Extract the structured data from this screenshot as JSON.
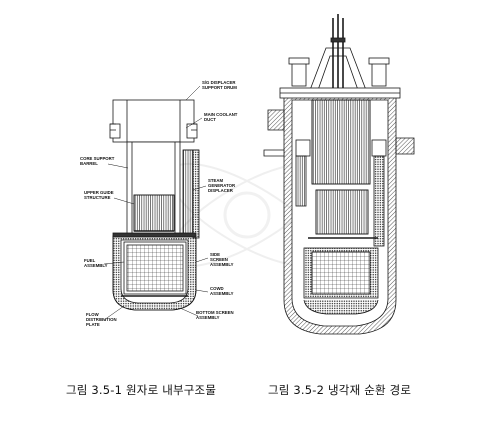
{
  "figure_left": {
    "caption": "그림 3.5-1   원자로 내부구조물",
    "labels": {
      "sg_displacer": [
        "S/G DISPLACER",
        "SUPPORT DRUM"
      ],
      "main_coolant": [
        "MAIN COOLANT",
        "DUCT"
      ],
      "core_support": [
        "CORE SUPPORT",
        "BARREL"
      ],
      "upper_guide": [
        "UPPER GUIDE",
        "STRUCTURE"
      ],
      "steam_gen": [
        "STEAM",
        "GENERATOR",
        "DISPLACER"
      ],
      "fuel_assembly": [
        "FUEL",
        "ASSEMBLY"
      ],
      "side_screen": [
        "SIDE",
        "SCREEN",
        "ASSEMBLY"
      ],
      "cowd": [
        "COWD",
        "ASSEMBLY"
      ],
      "flow_dist": [
        "FLOW",
        "DISTRIBUTION",
        "PLATE"
      ],
      "bottom_screen": [
        "BOTTOM SCREEN",
        "ASSEMBLY"
      ]
    }
  },
  "figure_right": {
    "caption": "그림 3.5-2   냉각재 순환 경로"
  },
  "colors": {
    "ink": "#1a1a1a",
    "hatch": "#555555",
    "watermark": "#e6e6e6"
  }
}
